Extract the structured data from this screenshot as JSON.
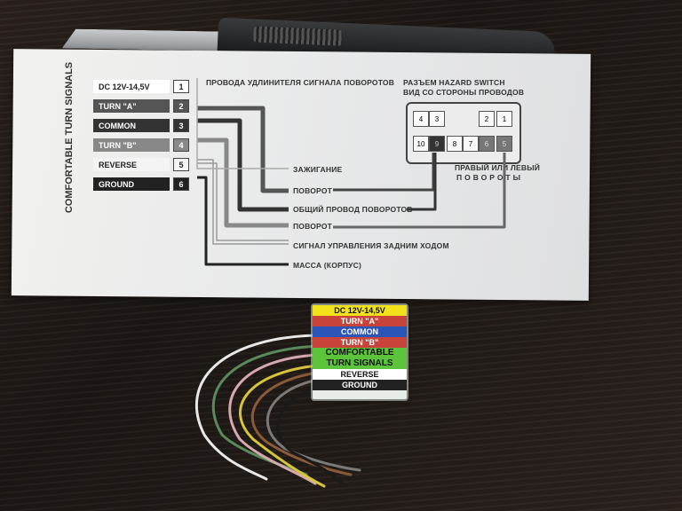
{
  "instruction_sheet": {
    "side_title": "COMFORTABLE TURN SIGNALS",
    "pins": [
      {
        "label": "DC 12V-14,5V",
        "num": "1",
        "bg": "#ffffff",
        "fg": "#222222"
      },
      {
        "label": "TURN \"A\"",
        "num": "2",
        "bg": "#555555",
        "fg": "#ffffff"
      },
      {
        "label": "COMMON",
        "num": "3",
        "bg": "#333333",
        "fg": "#ffffff"
      },
      {
        "label": "TURN \"B\"",
        "num": "4",
        "bg": "#888888",
        "fg": "#ffffff"
      },
      {
        "label": "REVERSE",
        "num": "5",
        "bg": "#f4f4f4",
        "fg": "#222222"
      },
      {
        "label": "GROUND",
        "num": "6",
        "bg": "#222222",
        "fg": "#ffffff"
      }
    ],
    "header_text": "ПРОВОДА УДЛИНИТЕЛЯ СИГНАЛА ПОВОРОТОВ",
    "hazard_title_1": "РАЗЪЕМ HAZARD SWITCH",
    "hazard_title_2": "ВИД СО СТОРОНЫ ПРОВОДОВ",
    "connector_pins_top": [
      "4",
      "3",
      "2",
      "1"
    ],
    "connector_pins_bottom": [
      "10",
      "9",
      "8",
      "7",
      "6",
      "5"
    ],
    "right_caption_1": "ПРАВЫЙ ИЛИ ЛЕВЫЙ",
    "right_caption_2": "ПОВОРОТЫ",
    "wire_labels": {
      "ignition": "ЗАЖИГАНИЕ",
      "turn1": "ПОВОРОТ",
      "common": "ОБЩИЙ ПРОВОД ПОВОРОТОВ",
      "turn2": "ПОВОРОТ",
      "reverse": "СИГНАЛ УПРАВЛЕНИЯ ЗАДНИМ ХОДОМ",
      "ground": "МАССА (КОРПУС)"
    }
  },
  "module": {
    "rows": [
      {
        "text": "DC 12V-14,5V",
        "bg": "#f2e21a",
        "fg": "#111111"
      },
      {
        "text": "TURN \"A\"",
        "bg": "#c8443a",
        "fg": "#ffffff"
      },
      {
        "text": "COMMON",
        "bg": "#2c55b8",
        "fg": "#ffffff"
      },
      {
        "text": "TURN \"B\"",
        "bg": "#c8443a",
        "fg": "#ffffff"
      },
      {
        "text": "COMFORTABLE",
        "bg": "#5cc43a",
        "fg": "#111111"
      },
      {
        "text": "TURN SIGNALS",
        "bg": "#5cc43a",
        "fg": "#111111"
      },
      {
        "text": "REVERSE",
        "bg": "#ffffff",
        "fg": "#111111"
      },
      {
        "text": "GROUND",
        "bg": "#222222",
        "fg": "#ffffff"
      }
    ]
  }
}
